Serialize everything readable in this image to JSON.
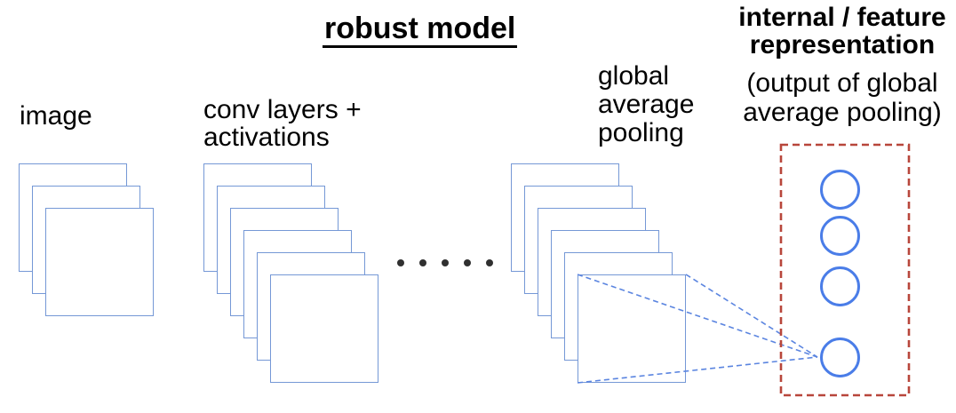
{
  "title": "robust model",
  "labels": {
    "image": "image",
    "conv_layers": "conv layers +\nactivations",
    "global_average_pooling": "global\naverage\npooling",
    "feature_title": "internal / feature\nrepresentation",
    "feature_subtitle": "(output of global\naverage pooling)"
  },
  "diagram": {
    "image_stack_layers": 3,
    "conv_stack_layers": 6,
    "gap_stack_layers": 6,
    "ellipsis_dot_count": 5,
    "feature_node_count": 4
  },
  "colors": {
    "background": "#ffffff",
    "text": "#000000",
    "square_stroke": "#7598d6",
    "node_stroke": "#4a7de8",
    "connector_stroke": "#5b85e0",
    "box_stroke": "#b8463b",
    "dot_color": "#303030"
  }
}
